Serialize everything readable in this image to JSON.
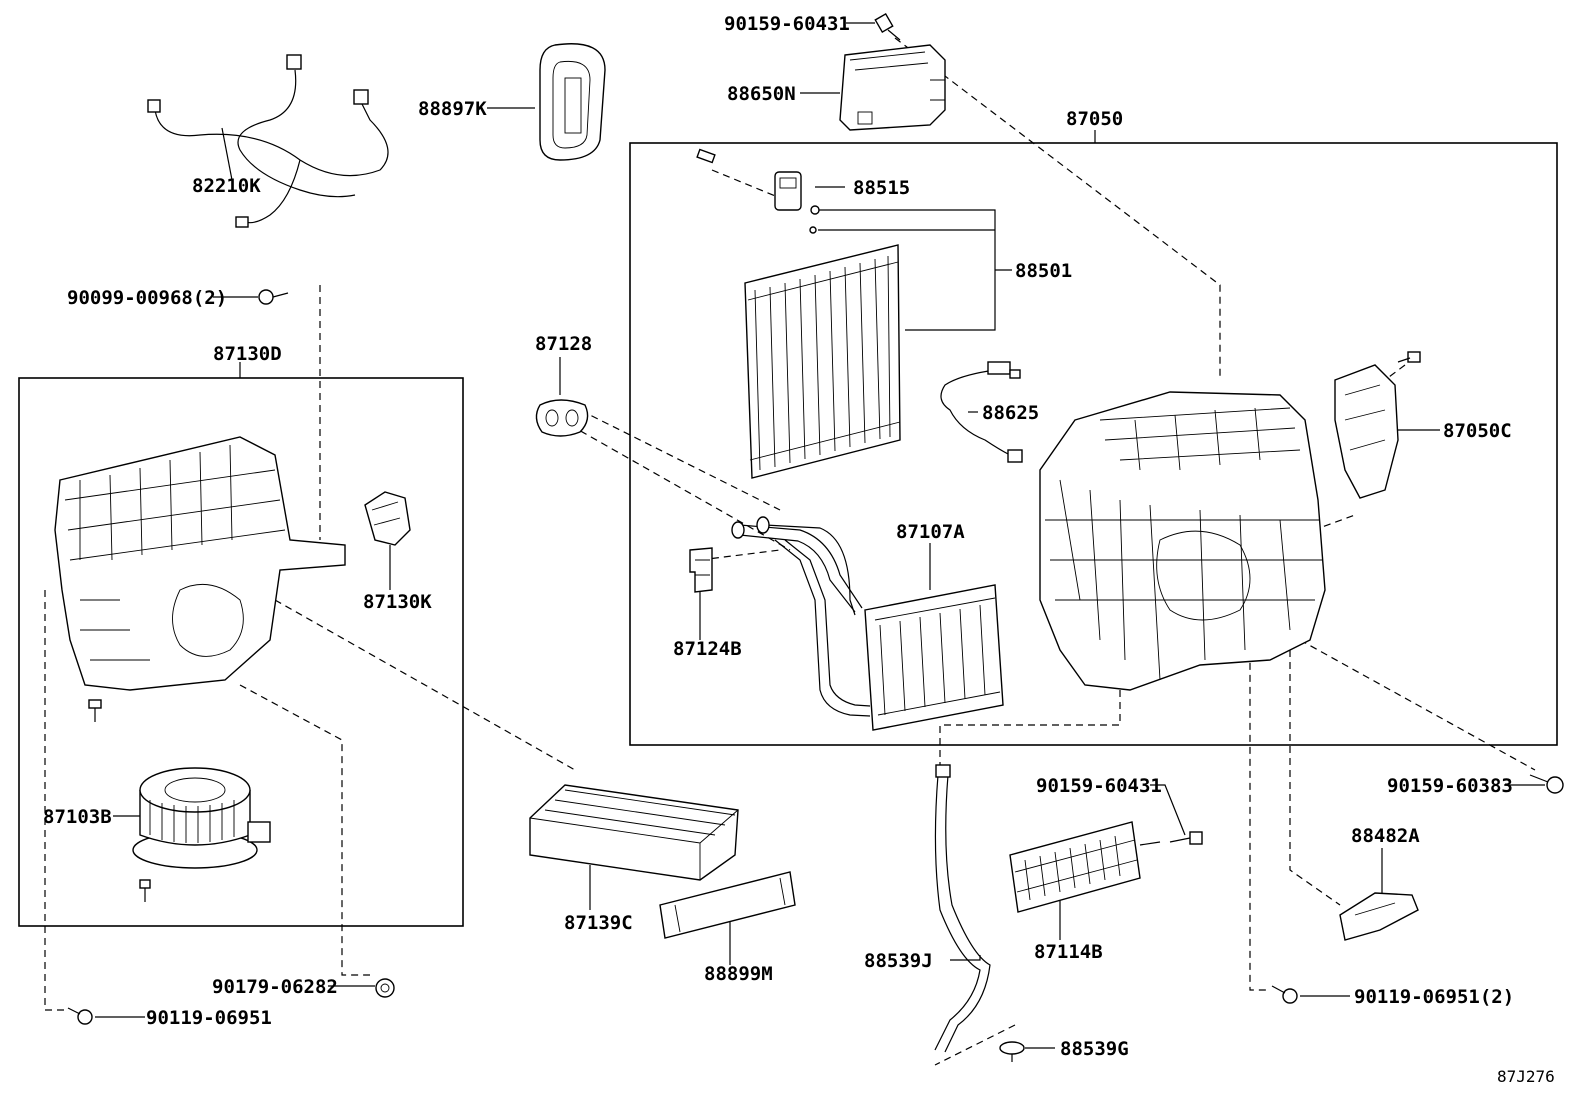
{
  "diagram_id": "87J276",
  "parts": [
    {
      "label": "90159-60431"
    },
    {
      "label": "88650N"
    },
    {
      "label": "88897K"
    },
    {
      "label": "82210K"
    },
    {
      "label": "87050"
    },
    {
      "label": "88515"
    },
    {
      "label": "88501"
    },
    {
      "label": "90099-00968(2)"
    },
    {
      "label": "87128"
    },
    {
      "label": "88625"
    },
    {
      "label": "87050C"
    },
    {
      "label": "87130D"
    },
    {
      "label": "87107A"
    },
    {
      "label": "87130K"
    },
    {
      "label": "87124B"
    },
    {
      "label": "90159-60383"
    },
    {
      "label": "90159-60431"
    },
    {
      "label": "88482A"
    },
    {
      "label": "87103B"
    },
    {
      "label": "87139C"
    },
    {
      "label": "87114B"
    },
    {
      "label": "88899M"
    },
    {
      "label": "88539J"
    },
    {
      "label": "90179-06282"
    },
    {
      "label": "90119-06951(2)"
    },
    {
      "label": "90119-06951"
    },
    {
      "label": "88539G"
    }
  ]
}
